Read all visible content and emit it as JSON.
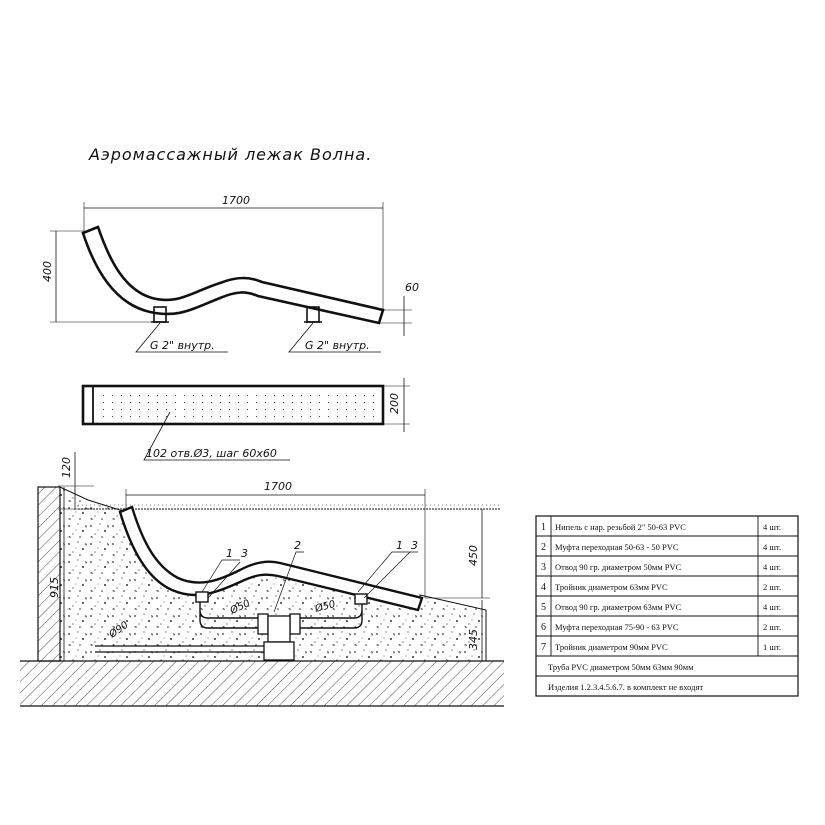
{
  "title": "Аэромассажный лежак Волна.",
  "side_view": {
    "length": "1700",
    "height": "400",
    "thickness": "60",
    "fitting_label_left": "G 2\" внутр.",
    "fitting_label_right": "G 2\" внутр."
  },
  "top_view": {
    "width": "200",
    "holes_label": "102 отв.Ø3, шаг 60x60"
  },
  "section": {
    "top_offset": "120",
    "total_depth": "915",
    "length": "1700",
    "depth_450": "450",
    "depth_345": "345",
    "pipe_90": "Ø90",
    "pipe_50_left": "Ø50",
    "pipe_50_right": "Ø50",
    "callouts": [
      "1",
      "3",
      "2",
      "1",
      "3"
    ]
  },
  "parts_table": {
    "rows": [
      {
        "num": "1",
        "name": "Нипель с нар. резьбой 2\" 50-63 PVC",
        "qty": "4 шт."
      },
      {
        "num": "2",
        "name": "Муфта переходная 50-63 - 50 PVC",
        "qty": "4 шт."
      },
      {
        "num": "3",
        "name": "Отвод 90 гр. диаметром 50мм PVC",
        "qty": "4 шт."
      },
      {
        "num": "4",
        "name": "Тройник  диаметром 63мм PVC",
        "qty": "2 шт."
      },
      {
        "num": "5",
        "name": "Отвод 90 гр. диаметром 63мм PVC",
        "qty": "4 шт."
      },
      {
        "num": "6",
        "name": "Муфта переходная 75-90 - 63 PVC",
        "qty": "2 шт."
      },
      {
        "num": "7",
        "name": "Тройник  диаметром 90мм PVC",
        "qty": "1 шт."
      }
    ],
    "footer_pipes": "Труба PVC диаметром   50мм 63мм  90мм",
    "footer_note": "Изделия 1.2.3.4.5.6.7. в комплект не входят"
  }
}
